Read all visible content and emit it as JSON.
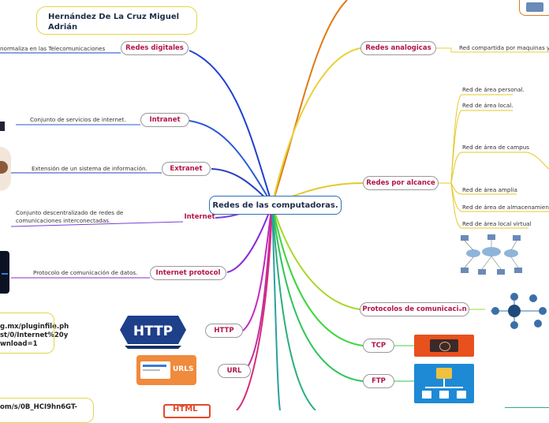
{
  "author": {
    "name_line1": "Hernández De La Cruz Miguel",
    "name_line2": "Adrián"
  },
  "center": {
    "title": "Redes de las computadoras."
  },
  "left": {
    "redes_digitales": {
      "label": "Redes digitales",
      "note": "normaliza en las Telecomunicaciones"
    },
    "intranet": {
      "label": "Intranet",
      "note": "Conjunto de servicios de internet."
    },
    "extranet": {
      "label": "Extranet",
      "note": "Extensión de un sistema de información."
    },
    "internet": {
      "label": "Internet",
      "note_line1": "Conjunto descentralizado de redes de",
      "note_line2": "comunicaciones interconectadas."
    },
    "internet_protocol": {
      "label": "Internet protocol",
      "note": "Protocolo de comunicación de datos."
    },
    "http": {
      "label": "HTTP",
      "badge": "HTTP",
      "link_line1": "g.mx/pluginfile.ph",
      "link_line2": "st/0/Internet%20y",
      "link_line3": "wnload=1"
    },
    "url": {
      "label": "URL",
      "badge": "URLS"
    },
    "bottom_link": "om/s/0B_HCI9hn6GT-",
    "html_badge": "HTML"
  },
  "right": {
    "redes_analogicas": {
      "label": "Redes analogicas",
      "note": "Red compartida por maquinas y p"
    },
    "redes_por_alcance": {
      "label": "Redes por alcance",
      "items": [
        "Red de área personal.",
        "Red de área local.",
        "Red de área de campus",
        "Red de área amplia",
        "Red de área de almacenamiento.",
        "Red de área local virtual"
      ]
    },
    "protocolos": {
      "label": "Protocolos de comunicaciₒn"
    },
    "tcp": {
      "label": "TCP"
    },
    "ftp": {
      "label": "FTP"
    }
  },
  "colors": {
    "accent": "#b0164a",
    "center_border": "#2c6fb7",
    "author_border": "#e3d64a"
  }
}
